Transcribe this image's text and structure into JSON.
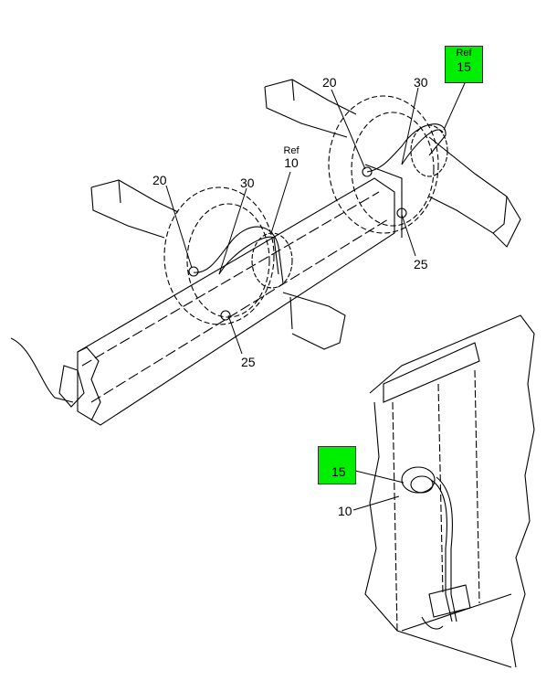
{
  "diagram": {
    "highlight_color": "#00ee00",
    "callouts": {
      "top_right_ref_label": "Ref",
      "top_right_ref_num": "15",
      "mid_ref_label": "Ref",
      "mid_ref_num": "10",
      "left_20": "20",
      "left_30": "30",
      "left_25": "25",
      "right_20": "20",
      "right_30": "30",
      "right_25": "25",
      "detail_15": "15",
      "detail_10": "10"
    }
  }
}
